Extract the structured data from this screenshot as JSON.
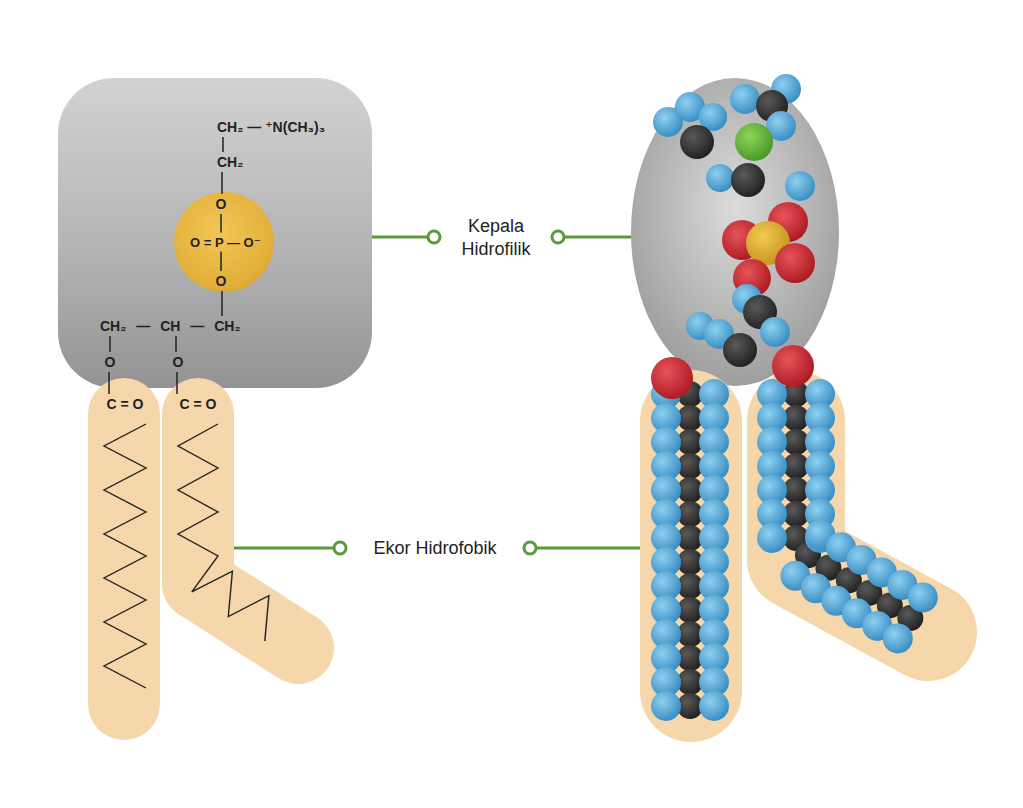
{
  "diagram": {
    "nodes": [
      {
        "text": [
          "CH₂ — ⁺N(CH₃)₃",
          "CH₂",
          "CH₂ — CH — CH₂",
          "O",
          "O"
        ]
      },
      {
        "text": [
          "O",
          "O = P — O⁻",
          "O"
        ],
        "in": 0
      },
      {
        "text": [
          "C = O"
        ]
      },
      {
        "text": [
          "C = O"
        ]
      }
    ],
    "labels": [
      "Kepala Hidrofilik",
      "Ekor Hidrofobik"
    ]
  }
}
